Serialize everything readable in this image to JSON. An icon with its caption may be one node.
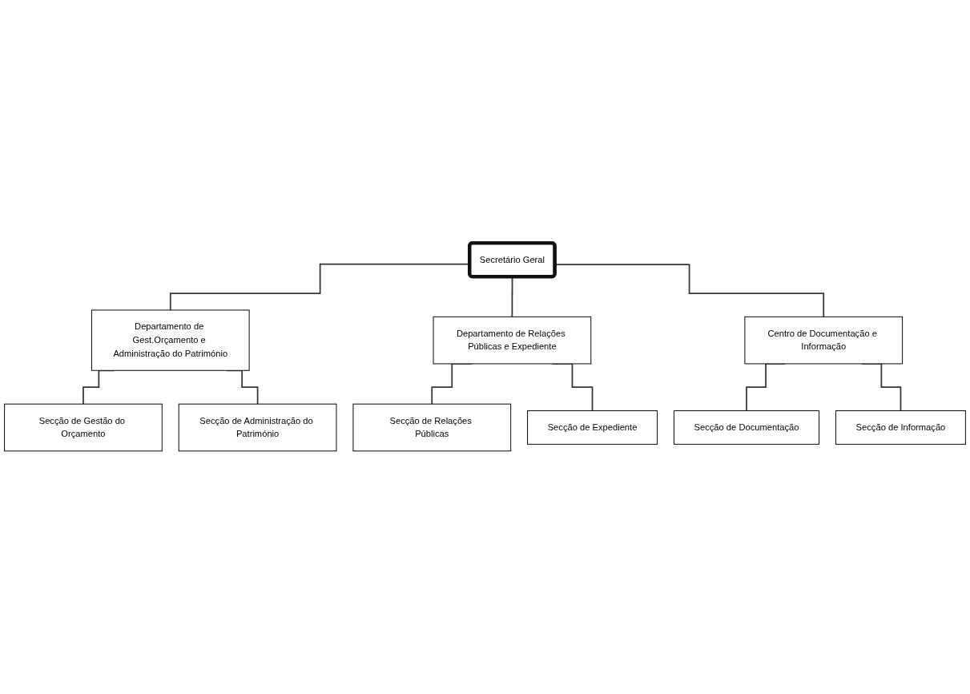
{
  "diagram": {
    "nodes": [
      {
        "text": [
          "Secretário Geral"
        ]
      },
      {
        "text": [
          "Departamento de Gest.Orçamento e Administração do Património"
        ]
      },
      {
        "text": [
          "Departamento de Relações Públicas e Expediente"
        ]
      },
      {
        "text": [
          "Centro de Documentação e Informação"
        ]
      },
      {
        "text": [
          "Secção de Gestão do Orçamento"
        ]
      },
      {
        "text": [
          "Secção de Administração do Património"
        ]
      },
      {
        "text": [
          "Secção de Relações Públicas"
        ]
      },
      {
        "text": [
          "Secção de Expediente"
        ]
      },
      {
        "text": [
          "Secção de Documentação"
        ]
      },
      {
        "text": [
          "Secção de Informação"
        ]
      }
    ],
    "edges": [
      {
        "from": 0,
        "to": 1,
        "arrow": "none"
      },
      {
        "from": 0,
        "to": 2,
        "arrow": "none"
      },
      {
        "from": 0,
        "to": 3,
        "arrow": "none"
      },
      {
        "from": 1,
        "to": 4,
        "arrow": "none"
      },
      {
        "from": 1,
        "to": 5,
        "arrow": "none"
      },
      {
        "from": 2,
        "to": 6,
        "arrow": "none"
      },
      {
        "from": 2,
        "to": 7,
        "arrow": "none"
      },
      {
        "from": 3,
        "to": 8,
        "arrow": "none"
      },
      {
        "from": 3,
        "to": 9,
        "arrow": "none"
      }
    ]
  }
}
